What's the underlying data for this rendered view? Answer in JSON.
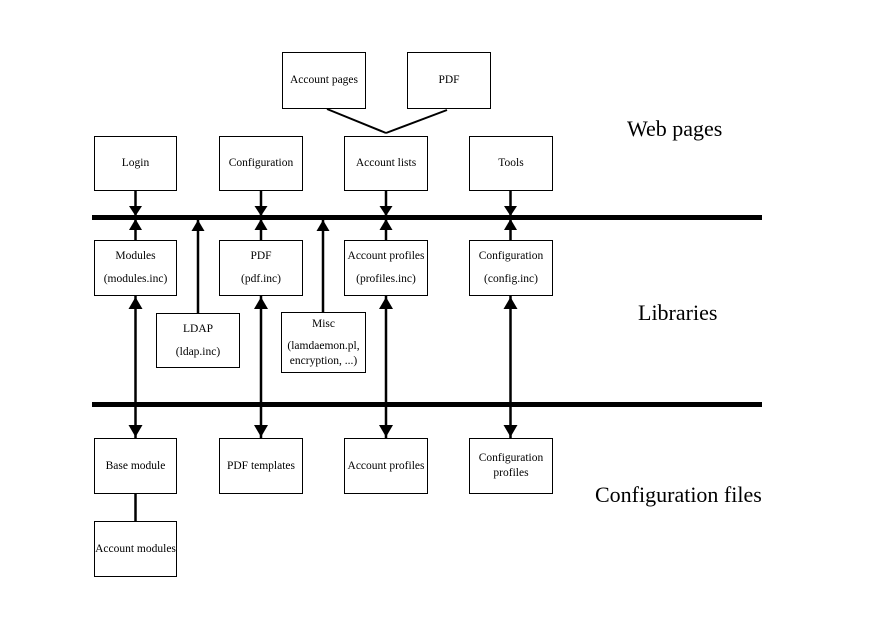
{
  "labels": {
    "web_pages": "Web pages",
    "libraries": "Libraries",
    "configuration_files": "Configuration files"
  },
  "nodes": {
    "account_pages": {
      "label": "Account pages"
    },
    "pdf_page": {
      "label": "PDF"
    },
    "login": {
      "label": "Login"
    },
    "configuration_page": {
      "label": "Configuration"
    },
    "account_lists": {
      "label": "Account lists"
    },
    "tools": {
      "label": "Tools"
    },
    "modules_lib": {
      "lines": [
        "Modules",
        "(modules.inc)"
      ]
    },
    "pdf_lib": {
      "lines": [
        "PDF",
        "(pdf.inc)"
      ]
    },
    "account_profiles_lib": {
      "lines": [
        "Account profiles",
        "(profiles.inc)"
      ]
    },
    "configuration_lib": {
      "lines": [
        "Configuration",
        "(config.inc)"
      ]
    },
    "ldap_lib": {
      "lines": [
        "LDAP",
        "(ldap.inc)"
      ]
    },
    "misc_lib": {
      "lines": [
        "Misc",
        "(lamdaemon.pl,",
        "encryption, ...)"
      ]
    },
    "base_module": {
      "label": "Base module"
    },
    "pdf_templates": {
      "label": "PDF templates"
    },
    "account_profiles_files": {
      "label": "Account profiles"
    },
    "configuration_profiles": {
      "lines": [
        "Configuration",
        "profiles"
      ]
    },
    "account_modules": {
      "label": "Account modules"
    }
  },
  "edges": [
    {
      "from": "account_pages",
      "to": "account_lists",
      "style": "plain-diagonal"
    },
    {
      "from": "pdf_page",
      "to": "account_lists",
      "style": "plain-diagonal"
    },
    {
      "from": "login",
      "to": "modules_lib",
      "style": "double-arrow-through-bus"
    },
    {
      "from": "configuration_page",
      "to": "pdf_lib",
      "style": "double-arrow-through-bus"
    },
    {
      "from": "account_lists",
      "to": "account_profiles_lib",
      "style": "double-arrow-through-bus"
    },
    {
      "from": "tools",
      "to": "configuration_lib",
      "style": "double-arrow-through-bus"
    },
    {
      "from": "ldap_lib",
      "to": "web-pages-bus",
      "style": "arrow-up"
    },
    {
      "from": "misc_lib",
      "to": "web-pages-bus",
      "style": "arrow-up"
    },
    {
      "from": "base_module",
      "to": "modules_lib",
      "style": "double-arrow-through-bus"
    },
    {
      "from": "pdf_templates",
      "to": "pdf_lib",
      "style": "double-arrow-through-bus"
    },
    {
      "from": "account_profiles_files",
      "to": "account_profiles_lib",
      "style": "double-arrow-through-bus"
    },
    {
      "from": "configuration_profiles",
      "to": "configuration_lib",
      "style": "double-arrow-through-bus"
    },
    {
      "from": "base_module",
      "to": "account_modules",
      "style": "plain"
    }
  ],
  "colors": {
    "background": "#ffffff",
    "line": "#000000",
    "box_border": "#000000",
    "text": "#000000"
  }
}
